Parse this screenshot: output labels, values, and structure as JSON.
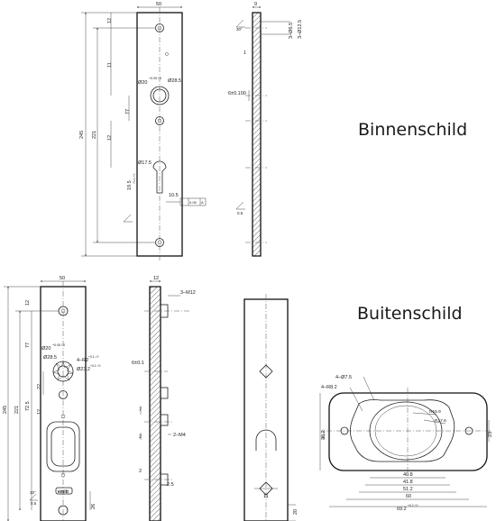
{
  "titles": {
    "inner": "Binnenschild",
    "outer": "Buitenschild"
  },
  "top_front": {
    "width": "50",
    "height": "245",
    "d221": "221",
    "d12a": "12",
    "d11": "11",
    "d77": "77",
    "d12b": "12",
    "bore_knob": "Ø20",
    "bore_knob_tol": "+0.05 / 0",
    "boss": "Ø28.5",
    "cyl": "Ø17.5",
    "cyl_depth": "19.5",
    "cyl_depth_tol": "+0.1 / 0",
    "d105": "10.5",
    "pos_tol": "0.05",
    "pos_ref": "A"
  },
  "top_side": {
    "d9": "9",
    "angle": "30°",
    "h65": "3–Ø6.5",
    "h125": "3–Ø12.5",
    "d6": "6±0.100",
    "d1": "1",
    "d05": "0.5"
  },
  "bottom_front": {
    "width": "50",
    "height": "245",
    "d221": "221",
    "d12": "12",
    "d77": "77",
    "d725": "72.5",
    "d22": "22",
    "d12b": "12",
    "bore_knob": "Ø20",
    "bore_knob_tol": "+0.05 / 0",
    "boss": "Ø28.5",
    "r": "4–R2",
    "r_tol": "+0.1 / 0",
    "d232": "Ø23.2",
    "d232_tol": "+0.1 / 0",
    "d26": "26",
    "d05": "0.5",
    "angle": "30°",
    "logo": "emitt"
  },
  "bottom_side": {
    "d12": "12",
    "m12": "3–M12",
    "d6": "6±0.1",
    "d7": "7",
    "d2a": "2",
    "m4": "2–M4",
    "d2b": "2",
    "d25": "2.5"
  },
  "back_view": {
    "d11": "11",
    "d20": "20"
  },
  "detail": {
    "h75": "4–Ø7.5",
    "r82": "4–R8.2",
    "r159": "R15.9",
    "r176": "R17.6",
    "d408": "40.8",
    "d418": "41.8",
    "d512": "51.2",
    "d60": "60",
    "d692": "69.2",
    "d692_tol": "+0.2 / 0",
    "d23": "23",
    "d36": "36.2",
    "d36_tol": "+0.2 / 0"
  }
}
